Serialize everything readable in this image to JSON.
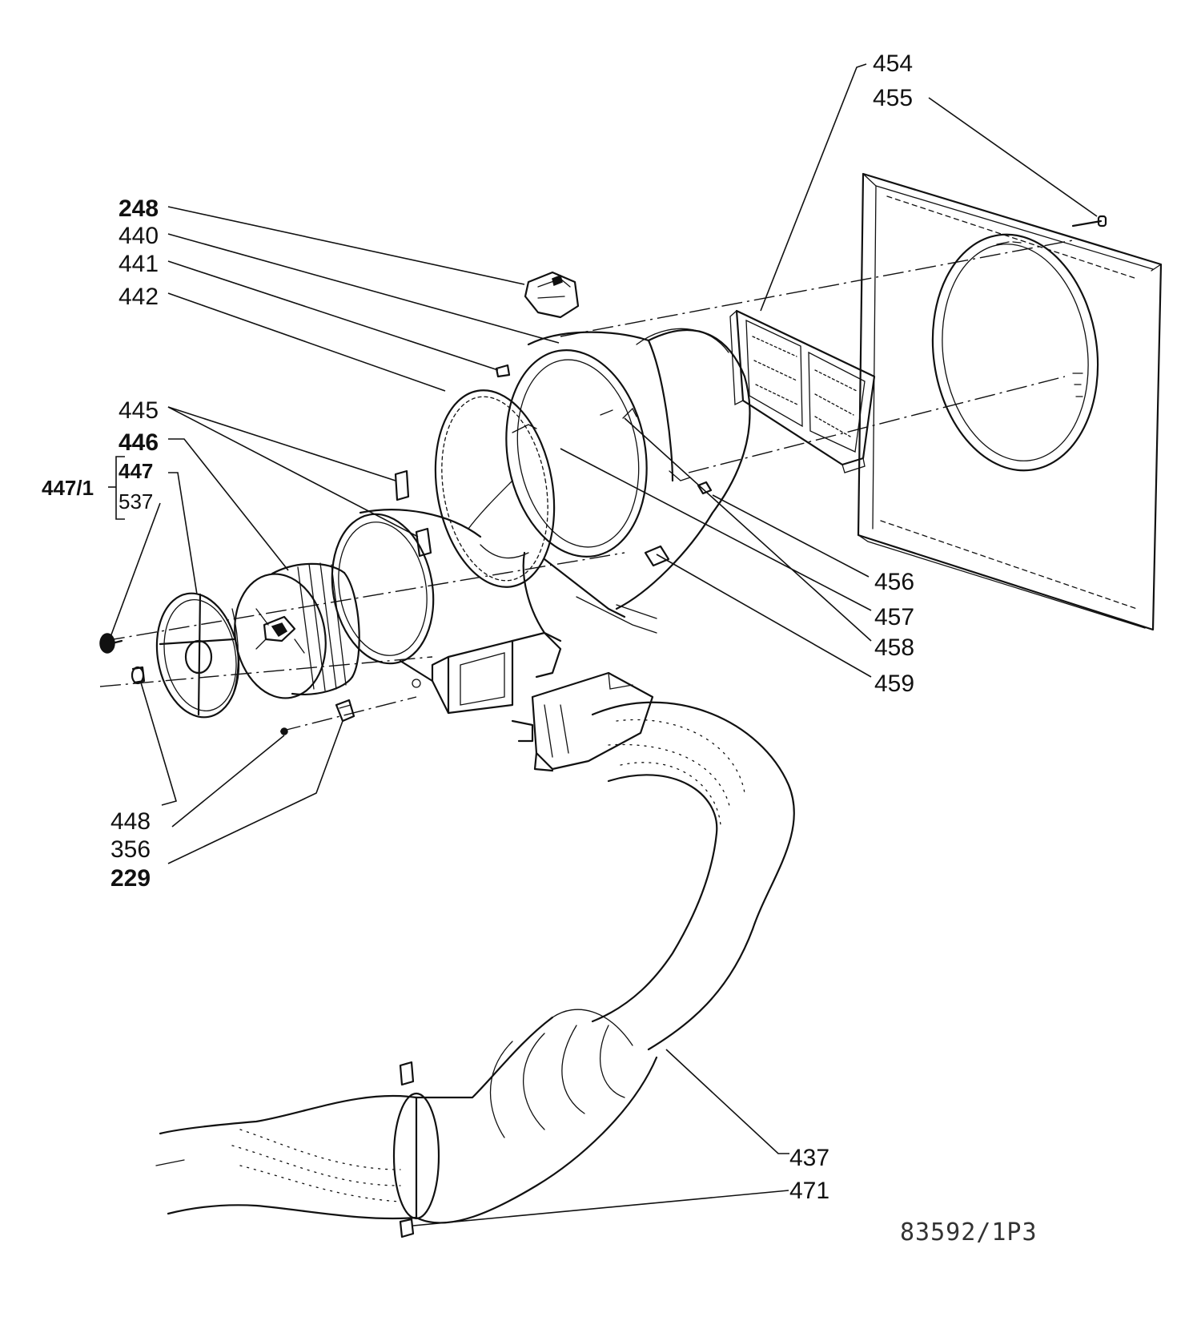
{
  "callouts": {
    "c454": "454",
    "c455": "455",
    "c248": "248",
    "c440": "440",
    "c441": "441",
    "c442": "442",
    "c445": "445",
    "c446": "446",
    "c447_1": "447/1",
    "c447": "447",
    "c537": "537",
    "c456": "456",
    "c457": "457",
    "c458": "458",
    "c459": "459",
    "c448": "448",
    "c356": "356",
    "c229": "229",
    "c437": "437",
    "c471": "471"
  },
  "drawing_reference": "83592/1P3"
}
